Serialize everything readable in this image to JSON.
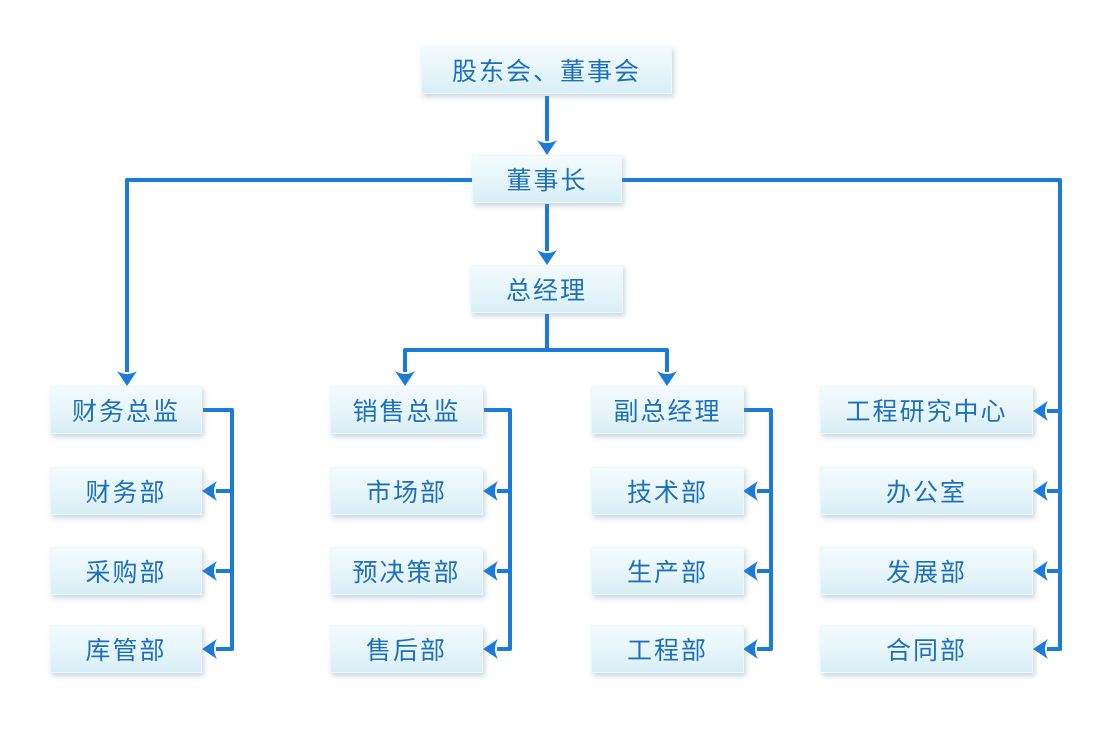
{
  "chart": {
    "root": "股东会、董事会",
    "chairman": "董事长",
    "general_manager": "总经理",
    "columns": [
      {
        "head": "财务总监",
        "items": [
          "财务部",
          "采购部",
          "库管部"
        ]
      },
      {
        "head": "销售总监",
        "items": [
          "市场部",
          "预决策部",
          "售后部"
        ]
      },
      {
        "head": "副总经理",
        "items": [
          "技术部",
          "生产部",
          "工程部"
        ]
      },
      {
        "head": "工程研究中心",
        "items": [
          "办公室",
          "发展部",
          "合同部"
        ]
      }
    ],
    "colors": {
      "line": "#1b7bd9",
      "box_text": "#1a70c0",
      "box_fill_top": "#f3fbfd",
      "box_fill_bottom": "#d7eef6"
    }
  }
}
